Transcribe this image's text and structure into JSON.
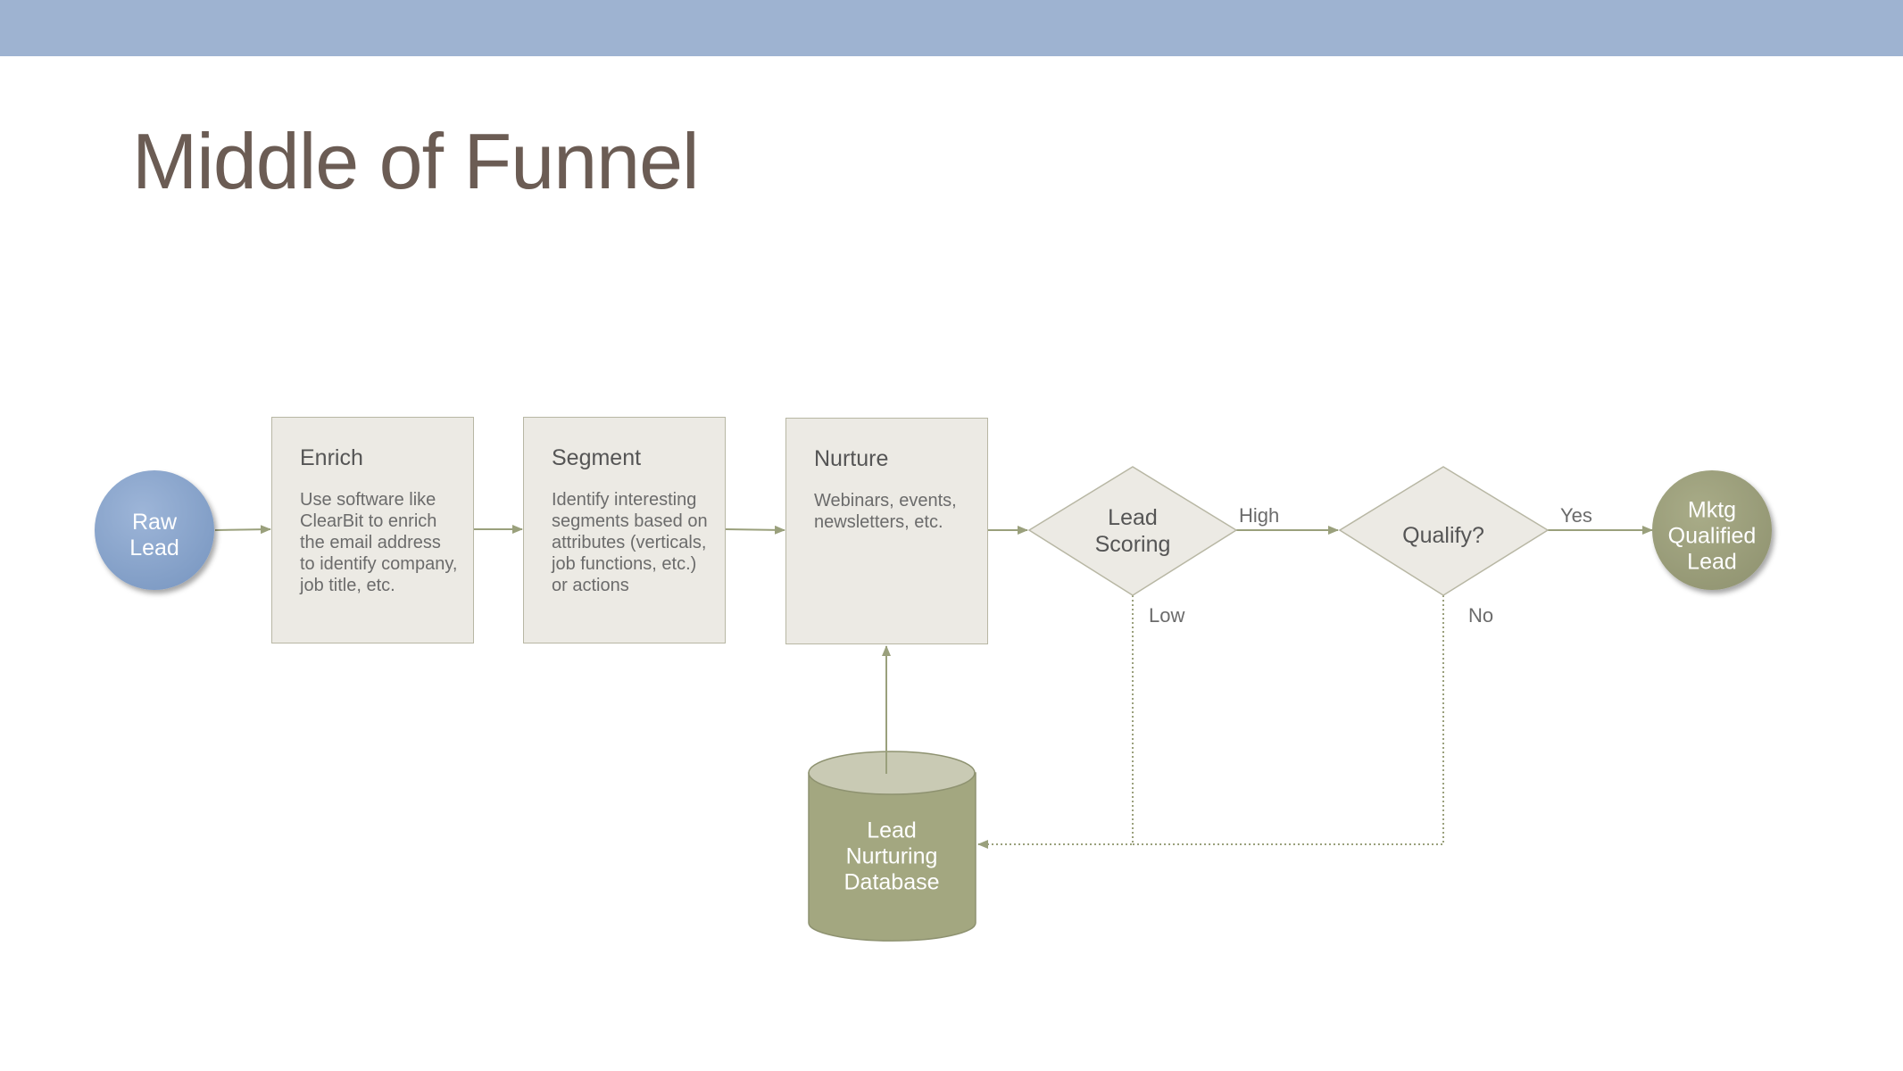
{
  "slide": {
    "title": "Middle of Funnel"
  },
  "nodes": {
    "raw_lead": "Raw\nLead",
    "enrich": {
      "title": "Enrich",
      "body": "Use software like\nClearBit to enrich\nthe email address\nto identify company,\njob title, etc."
    },
    "segment": {
      "title": "Segment",
      "body": "Identify interesting\nsegments based on\nattributes (verticals,\njob functions, etc.)\nor actions"
    },
    "nurture": {
      "title": "Nurture",
      "body": "Webinars, events,\nnewsletters, etc."
    },
    "lead_scoring": "Lead\nScoring",
    "qualify": "Qualify?",
    "mql": "Mktg\nQualified\nLead",
    "database": "Lead\nNurturing\nDatabase"
  },
  "edges": {
    "high": "High",
    "low": "Low",
    "yes": "Yes",
    "no": "No"
  },
  "colors": {
    "header": "#9eb3d1",
    "title_text": "#6b5c54",
    "raw_lead_fill": "#8aa5cc",
    "mql_fill": "#9ea07a",
    "box_fill": "#eceae4",
    "database_fill": "#a3a780",
    "connector": "#9aa07c"
  }
}
